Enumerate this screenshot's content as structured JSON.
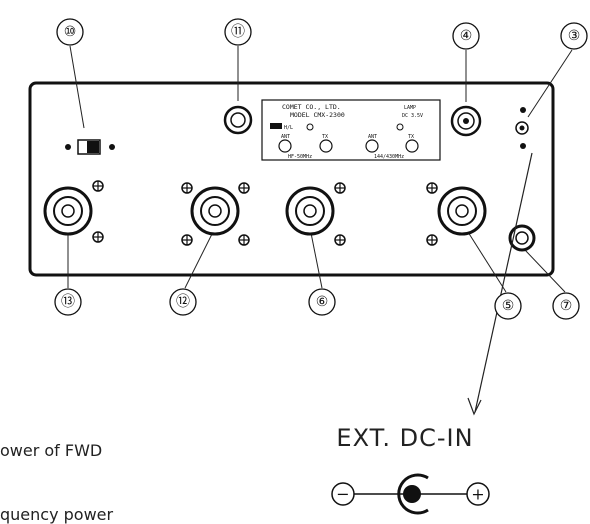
{
  "callouts": {
    "c10": "⑩",
    "c11": "⑪",
    "c4": "④",
    "c3": "③",
    "c13": "⑬",
    "c12": "⑫",
    "c6": "⑥",
    "c5": "⑤",
    "c7": "⑦"
  },
  "panel_label": {
    "line1": "COMET CO., LTD.",
    "line2": "MODEL CMX-2300",
    "lamp": "LAMP",
    "lamp_spec": "DC 3.5V",
    "mode": "H/L",
    "ant_a": "ANT",
    "ant_b": "ANT",
    "tx_a": "TX",
    "tx_b": "TX",
    "band_a": "HF-50MHz",
    "band_b": "144/430MHz"
  },
  "text_fragments": {
    "fwd": "ower of FWD",
    "freq": "quency power"
  },
  "dc_in": {
    "title": "EXT. DC-IN",
    "minus": "−",
    "plus": "+"
  }
}
